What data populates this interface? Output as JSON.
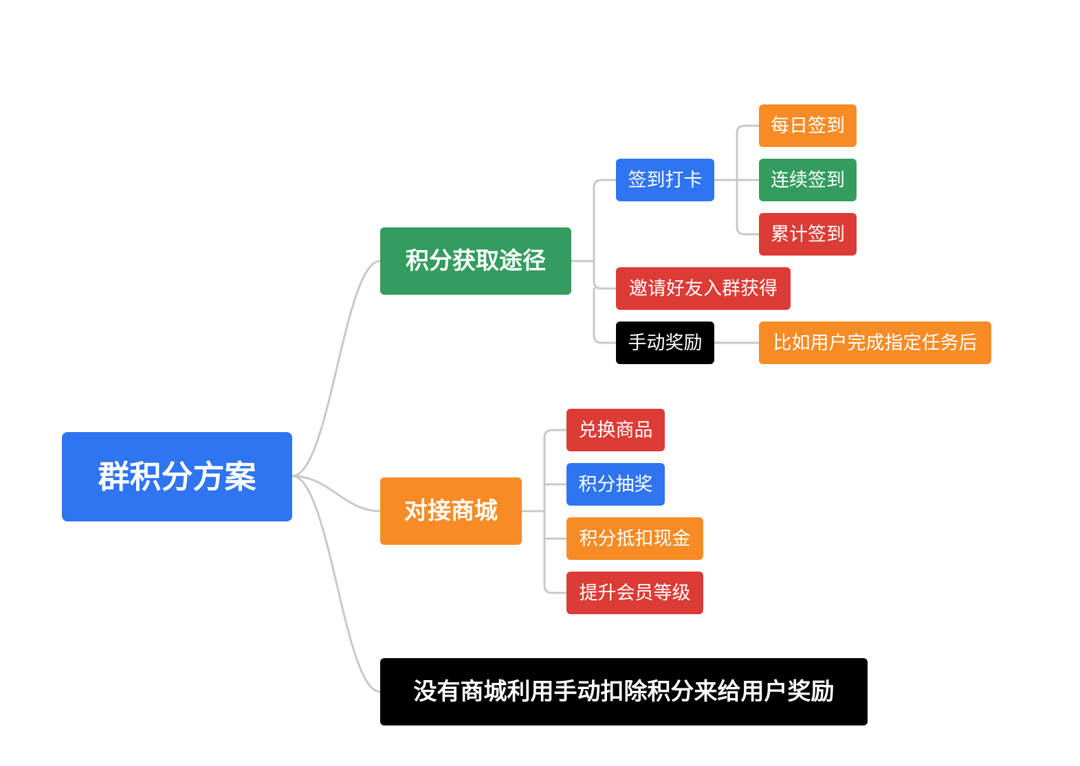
{
  "mindmap": {
    "root": {
      "label": "群积分方案",
      "color": "#2f74f0"
    },
    "branch_points": {
      "label": "积分获取途径",
      "color": "#339c5e",
      "checkin": {
        "label": "签到打卡",
        "color": "#2f74f0",
        "items": [
          {
            "label": "每日签到",
            "color": "#f78b26"
          },
          {
            "label": "连续签到",
            "color": "#339c5e"
          },
          {
            "label": "累计签到",
            "color": "#dc3b36"
          }
        ]
      },
      "invite": {
        "label": "邀请好友入群获得",
        "color": "#dc3b36"
      },
      "manual": {
        "label": "手动奖励",
        "color": "#000000",
        "example": {
          "label": "比如用户完成指定任务后",
          "color": "#f78b26"
        }
      }
    },
    "branch_mall": {
      "label": "对接商城",
      "color": "#f78b26",
      "items": [
        {
          "label": "兑换商品",
          "color": "#dc3b36"
        },
        {
          "label": "积分抽奖",
          "color": "#2f74f0"
        },
        {
          "label": "积分抵扣现金",
          "color": "#f78b26"
        },
        {
          "label": "提升会员等级",
          "color": "#dc3b36"
        }
      ]
    },
    "branch_nomall": {
      "label": "没有商城利用手动扣除积分来给用户奖励",
      "color": "#000000"
    },
    "connector_color": "#c8c8c8"
  }
}
